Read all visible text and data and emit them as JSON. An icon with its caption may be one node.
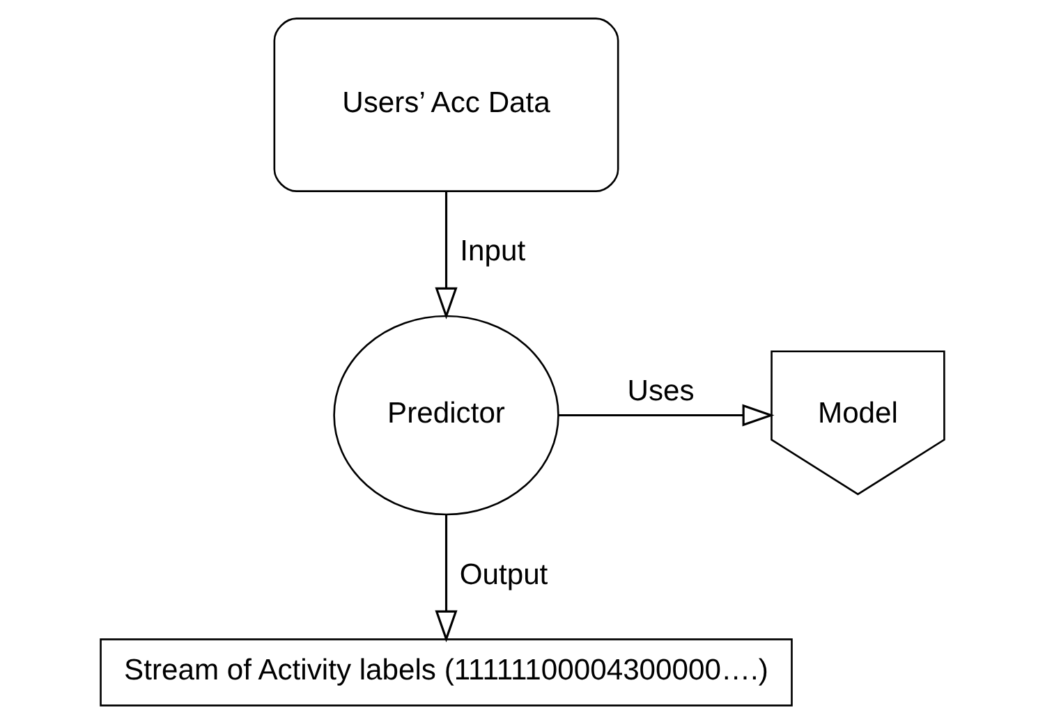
{
  "diagram": {
    "nodes": [
      {
        "text": [
          "Users’ Acc Data"
        ]
      },
      {
        "text": [
          "Predictor"
        ]
      },
      {
        "text": [
          "Model"
        ]
      },
      {
        "text": [
          "Stream of Activity labels (11111100004300000….)"
        ]
      }
    ],
    "edges": [
      {
        "from": 0,
        "to": 1,
        "arrow": "to",
        "label": "Input"
      },
      {
        "from": 1,
        "to": 2,
        "arrow": "to",
        "label": "Uses"
      },
      {
        "from": 1,
        "to": 3,
        "arrow": "to",
        "label": "Output"
      }
    ]
  }
}
